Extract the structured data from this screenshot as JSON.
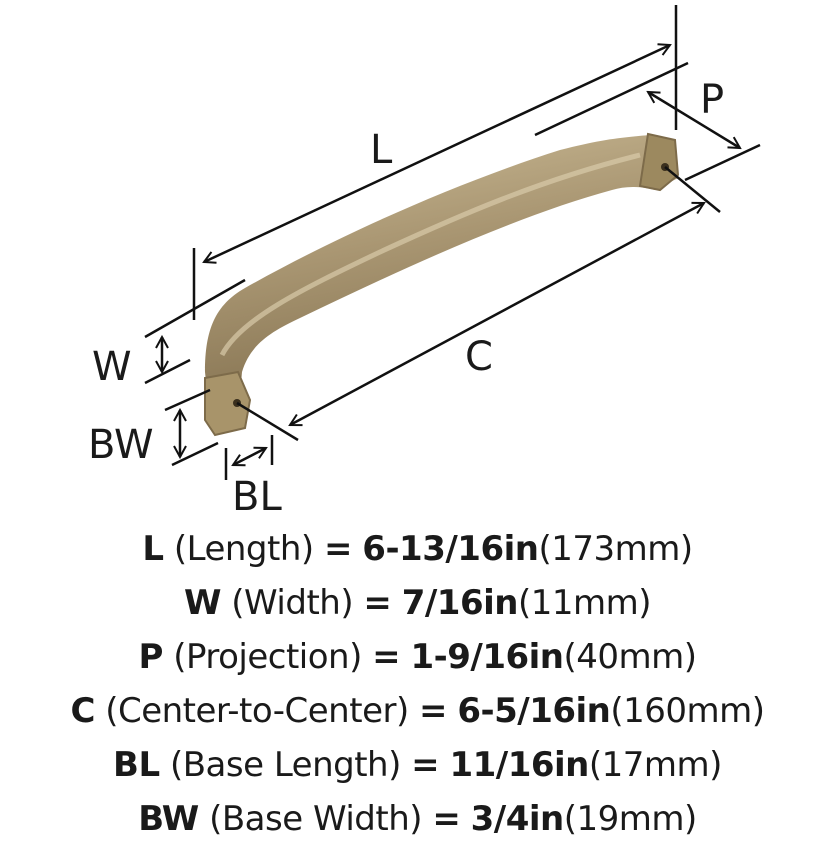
{
  "diagram": {
    "labels": {
      "L": "L",
      "P": "P",
      "C": "C",
      "W": "W",
      "BW": "BW",
      "BL": "BL"
    },
    "colors": {
      "handle": "#a99672",
      "handle_light": "#cdbd98",
      "handle_dark": "#7d6b4a",
      "line": "#111111"
    }
  },
  "specs": [
    {
      "code": "L",
      "name": "(Length)",
      "eq": "=",
      "imperial": "6-13/16in",
      "metric": "(173mm)"
    },
    {
      "code": "W",
      "name": "(Width)",
      "eq": "=",
      "imperial": "7/16in",
      "metric": "(11mm)"
    },
    {
      "code": "P",
      "name": "(Projection)",
      "eq": "=",
      "imperial": "1-9/16in",
      "metric": "(40mm)"
    },
    {
      "code": "C",
      "name": "(Center-to-Center)",
      "eq": "=",
      "imperial": "6-5/16in",
      "metric": "(160mm)"
    },
    {
      "code": "BL",
      "name": "(Base Length)",
      "eq": "=",
      "imperial": "11/16in",
      "metric": "(17mm)"
    },
    {
      "code": "BW",
      "name": "(Base Width)",
      "eq": "=",
      "imperial": "3/4in",
      "metric": "(19mm)"
    }
  ]
}
